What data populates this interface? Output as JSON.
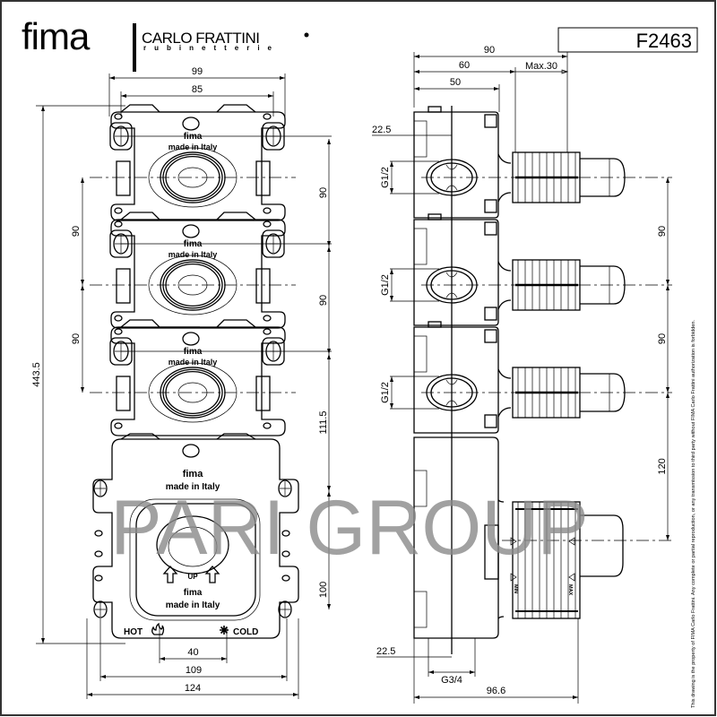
{
  "header": {
    "brand_logo": "fima",
    "partner_logo": "CARLO FRATTINI",
    "partner_tagline": "rubinetterie",
    "code": "F2463"
  },
  "front_view": {
    "module_labels": {
      "brand": "fima",
      "origin": "made in Italy"
    },
    "bottom_module": {
      "brand": "fima",
      "origin": "made in Italy",
      "up": "UP",
      "hot": "HOT",
      "cold": "COLD"
    },
    "dimensions": {
      "width_outer": "99",
      "width_inner": "85",
      "height_total": "443.5",
      "right_chain": [
        "90",
        "90",
        "111.5",
        "100"
      ],
      "left_chain": [
        "90",
        "90"
      ],
      "inlet_spacing": "40",
      "hole_spacing": "109",
      "width_total": "124"
    }
  },
  "side_view": {
    "dimensions": {
      "depth_total": "90",
      "depth_body": "60",
      "max_adjust": "Max.30",
      "depth_box": "50",
      "offset_top": "22.5",
      "port_thread": "G1/2",
      "right_chain": [
        "90",
        "90",
        "120"
      ],
      "offset_bottom": "22.5",
      "inlet_thread": "G3/4",
      "depth_bottom": "96.6"
    },
    "min_label": "MIN",
    "max_label": "MAX"
  },
  "watermark": "PARI GROUP",
  "copyright_notice": "This drawing is the property of FIMA Carlo Frattini. Any complete or partial reproduction, or any transmission to third party without FIMA Carlo Frattini authorization is forbidden."
}
